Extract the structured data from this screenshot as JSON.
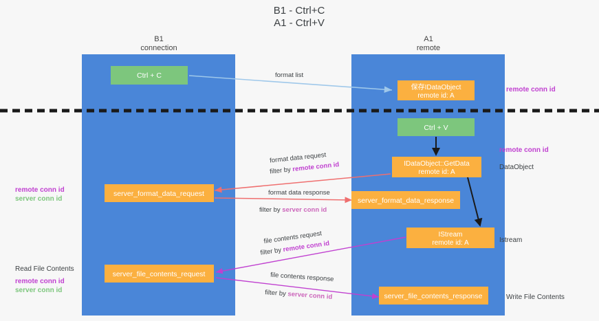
{
  "title": {
    "line1": "B1 - Ctrl+C",
    "line2": "A1 - Ctrl+V"
  },
  "lanes": [
    {
      "name": "B1",
      "role": "connection"
    },
    {
      "name": "A1",
      "role": "remote"
    }
  ],
  "colors": {
    "lane_fill": "#4a86d8",
    "green_box": "#7dc67d",
    "orange_box": "#fbb040",
    "remote_conn_id": "#c040d0",
    "server_conn_id": "#7dc67d",
    "red_arrow": "#ef6f6f",
    "purple_arrow": "#c040d0",
    "blue_arrow": "#9fc8ea",
    "black_arrow": "#1a1a1a",
    "background": "#f7f7f7"
  },
  "nodes": {
    "ctrl_c": "Ctrl + C",
    "ctrl_v": "Ctrl + V",
    "save_idataobject_line1": "保存IDataObject",
    "save_idataobject_line2": "remote id: A",
    "getdata_line1": "IDataObject::GetData",
    "getdata_line2": "remote id: A",
    "istream_line1": "IStream",
    "istream_line2": "remote id: A",
    "server_format_data_request": "server_format_data_request",
    "server_format_data_response": "server_format_data_response",
    "server_file_contents_request": "server_file_contents_request",
    "server_file_contents_response": "server_file_contents_response"
  },
  "edges": {
    "format_list": "format list",
    "format_data_request": "format data request",
    "format_data_request_filter_prefix": "filter by ",
    "format_data_request_filter_token": "remote conn id",
    "format_data_response": "format data response",
    "format_data_response_filter_prefix": "filter by ",
    "format_data_response_filter_token": "server conn id",
    "file_contents_request": "file contents request",
    "file_contents_request_filter_prefix": "filter by ",
    "file_contents_request_filter_token": "remote conn id",
    "file_contents_response": "file contents response",
    "file_contents_response_filter_prefix": "filter by ",
    "file_contents_response_filter_token": "server conn id"
  },
  "annotations": {
    "right_remote_conn_id_top": "remote conn id",
    "right_remote_conn_id_mid": "remote conn id",
    "right_dataobject": "DataObject",
    "right_istream": "Istream",
    "right_write_file_contents": "Write File Contents",
    "left_read_file_contents": "Read File Contents",
    "left_remote_conn_id": "remote conn id",
    "left_server_conn_id": "server conn id",
    "left_legend_remote_conn_id": "remote conn id",
    "left_legend_server_conn_id": "server conn id"
  }
}
